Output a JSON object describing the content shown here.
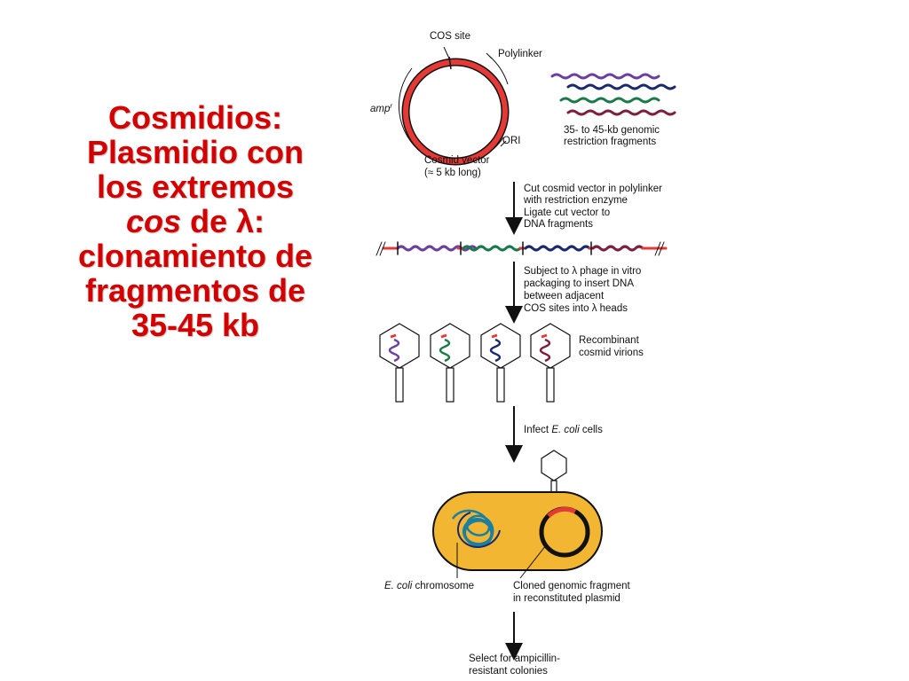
{
  "title": {
    "line1": "Cosmidios:",
    "line2": "Plasmidio con",
    "line3": "los extremos",
    "line4_cos": "cos",
    "line4_de": " de ",
    "line4_lambda": "λ",
    "line4_colon": ":",
    "line5": "clonamiento de",
    "line6": "fragmentos de",
    "line7": "35-45 kb"
  },
  "diagram": {
    "cos_site": "COS site",
    "polylinker": "Polylinker",
    "ampr": "amp",
    "ampr_sup": "r",
    "ori": "ORI",
    "cosmid_vector": "Cosmid vector",
    "cosmid_size": "(≈ 5 kb long)",
    "fragments_line1": "35- to 45-kb genomic",
    "fragments_line2": "restriction fragments",
    "step1": [
      "Cut cosmid vector in polylinker",
      "with restriction enzyme",
      "Ligate cut vector to",
      "DNA fragments"
    ],
    "step2": [
      "Subject to λ phage in vitro",
      "packaging to insert DNA",
      "between adjacent",
      "COS sites into λ heads"
    ],
    "virions_line1": "Recombinant",
    "virions_line2": "cosmid virions",
    "infect_pre": "Infect ",
    "infect_italic": "E. coli",
    "infect_post": " cells",
    "ecoli_italic": "E. coli",
    "ecoli_post": " chromosome",
    "cloned_line1": "Cloned genomic fragment",
    "cloned_line2": "in reconstituted plasmid",
    "select_line1": "Select for ampicillin-",
    "select_line2": "resistant colonies"
  },
  "colors": {
    "title": "#d40000",
    "vector": "#e53935",
    "purple": "#6a3fa0",
    "navy": "#1a2a6c",
    "green": "#1b7a4a",
    "maroon": "#7a1f3d",
    "cell": "#f2b632",
    "chromosome": "#1a7fa0"
  }
}
